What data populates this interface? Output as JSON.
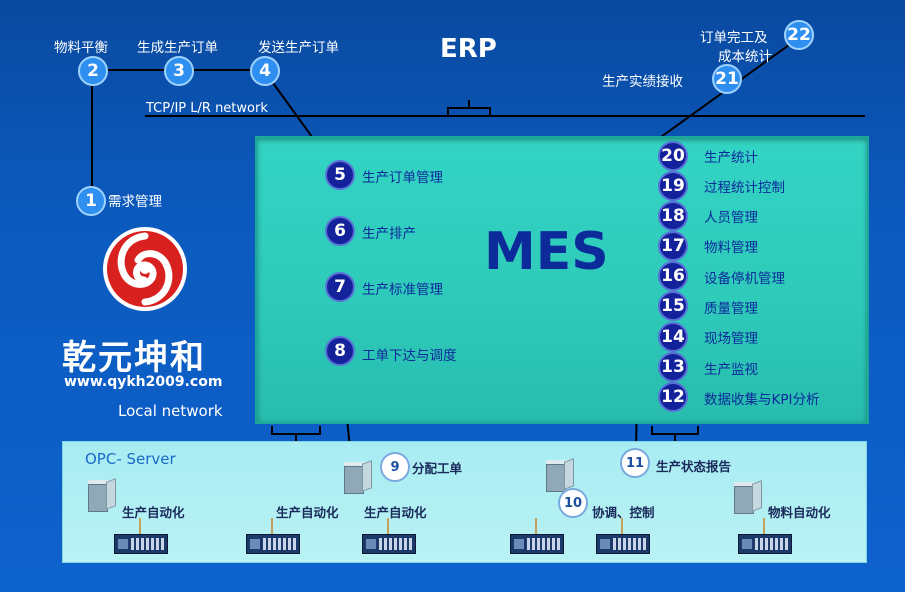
{
  "erp": {
    "title": "ERP"
  },
  "network": {
    "tcp_label": "TCP/IP L/R network",
    "local_label": "Local network"
  },
  "mes": {
    "title": "MES"
  },
  "opc": {
    "title": "OPC- Server"
  },
  "brand": {
    "name": "乾元坤和",
    "url": "www.qykh2009.com"
  },
  "erp_steps": [
    {
      "num": "1",
      "label": "需求管理"
    },
    {
      "num": "2",
      "label": "物料平衡"
    },
    {
      "num": "3",
      "label": "生成生产订单"
    },
    {
      "num": "4",
      "label": "发送生产订单"
    },
    {
      "num": "21",
      "label": "生产实绩接收"
    },
    {
      "num": "22",
      "label_line1": "订单完工及",
      "label_line2": "成本统计"
    }
  ],
  "mes_left_steps": [
    {
      "num": "5",
      "label": "生产订单管理"
    },
    {
      "num": "6",
      "label": "生产排产"
    },
    {
      "num": "7",
      "label": "生产标准管理"
    },
    {
      "num": "8",
      "label": "工单下达与调度"
    }
  ],
  "mes_right_steps": [
    {
      "num": "20",
      "label": "生产统计"
    },
    {
      "num": "19",
      "label": "过程统计控制"
    },
    {
      "num": "18",
      "label": "人员管理"
    },
    {
      "num": "17",
      "label": "物料管理"
    },
    {
      "num": "16",
      "label": "设备停机管理"
    },
    {
      "num": "15",
      "label": "质量管理"
    },
    {
      "num": "14",
      "label": "现场管理"
    },
    {
      "num": "13",
      "label": "生产监视"
    },
    {
      "num": "12",
      "label": "数据收集与KPI分析"
    }
  ],
  "opc_steps": [
    {
      "num": "9",
      "label": "分配工单"
    },
    {
      "num": "10",
      "label": "协调、控制"
    },
    {
      "num": "11",
      "label": "生产状态报告"
    }
  ],
  "field_devices": [
    "生产自动化",
    "生产自动化",
    "生产自动化",
    "物料自动化"
  ],
  "colors": {
    "background": "#0b5bc0",
    "mes_box": "#2ec9b9",
    "opc_box": "#b9f2f4",
    "dark_badge": "#13229a",
    "light_badge": "#2f8ff0"
  }
}
